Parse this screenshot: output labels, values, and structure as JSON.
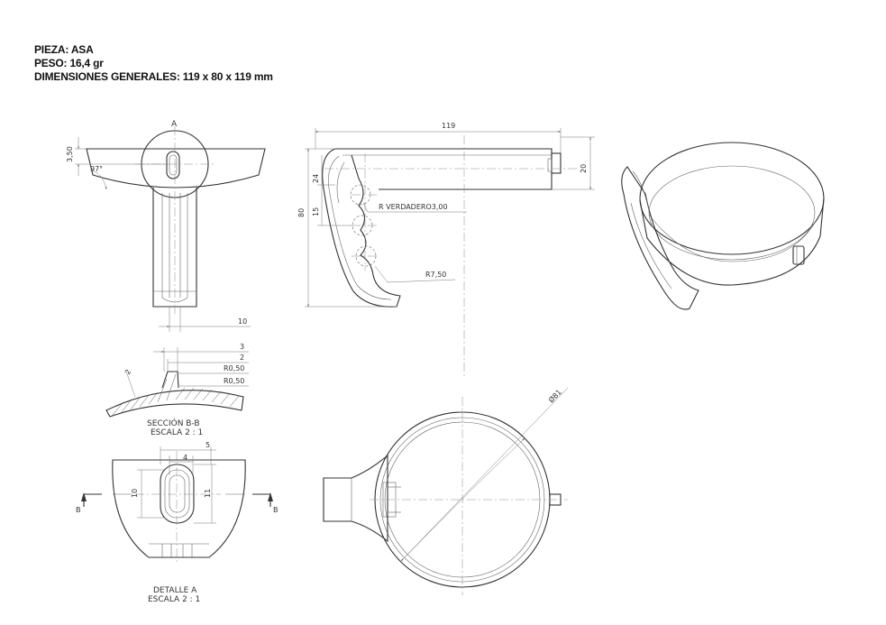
{
  "header": {
    "line1": "PIEZA: ASA",
    "line2": "PESO: 16,4 gr",
    "line3": "DIMENSIONES GENERALES: 119 x 80 x 119 mm"
  },
  "front_view": {
    "label_a": "A",
    "dim_height": "3,50",
    "dim_angle": "97°",
    "dim_width": "10"
  },
  "side_view": {
    "dim_length": "119",
    "dim_height": "80",
    "dim_24": "24",
    "dim_15": "15",
    "dim_20": "20",
    "radius_true": "R VERDADERO3,00",
    "radius_75": "R7,50"
  },
  "section_bb": {
    "dim_3": "3",
    "dim_2": "2",
    "dim_r1": "R0,50",
    "dim_r2": "R0,50",
    "dim_2_left": "2",
    "title": "SECCIÓN B-B",
    "scale": "ESCALA 2 : 1"
  },
  "detail_a": {
    "dim_5": "5",
    "dim_4": "4",
    "dim_10": "10",
    "dim_11": "11",
    "section_mark_left": "B",
    "section_mark_right": "B",
    "title": "DETALLE A",
    "scale": "ESCALA 2 : 1"
  },
  "top_view": {
    "dim_diameter": "Ø81"
  }
}
